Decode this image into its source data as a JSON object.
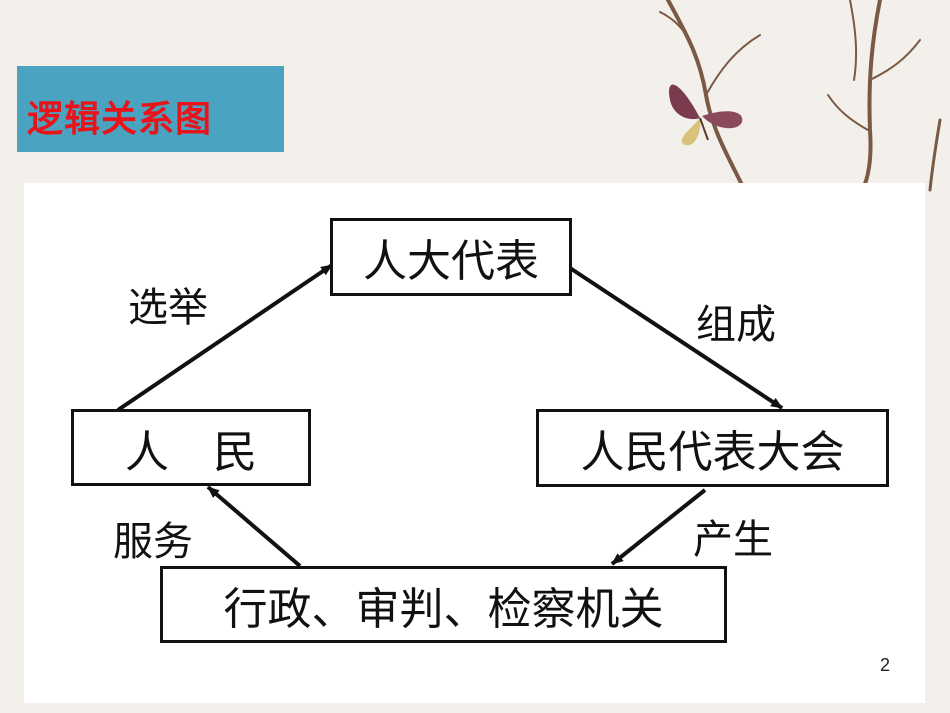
{
  "slide": {
    "title": "逻辑关系图",
    "page_number": "2"
  },
  "diagram": {
    "nodes": {
      "deputies": "人大代表",
      "people": "人　民",
      "congress": "人民代表大会",
      "organs": "行政、审判、检察机关"
    },
    "edges": {
      "people_to_deputies": "选举",
      "deputies_to_congress": "组成",
      "congress_to_organs": "产生",
      "organs_to_people": "服务"
    }
  }
}
